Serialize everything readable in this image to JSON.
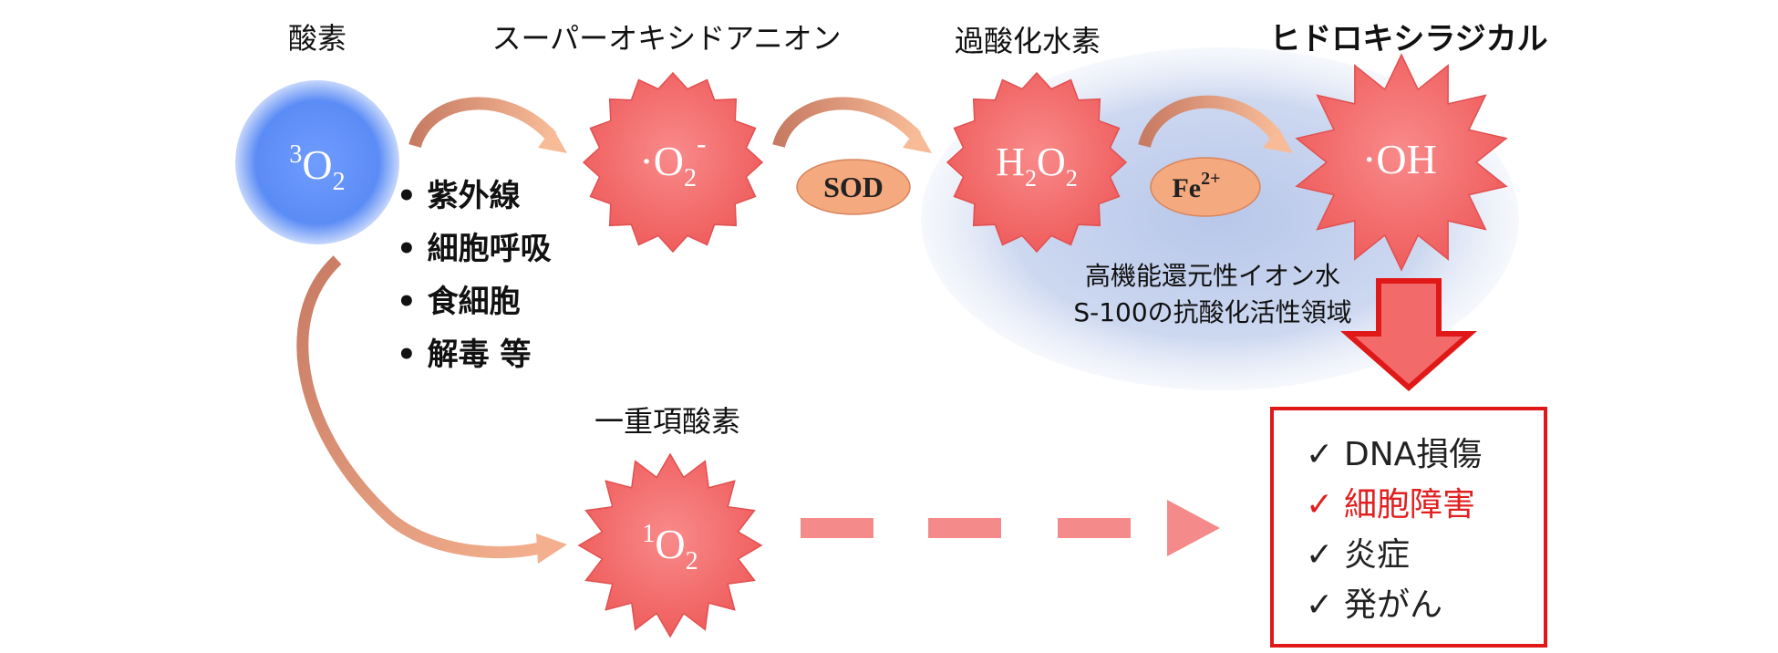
{
  "labels": {
    "oxygen": "酸素",
    "superoxide": "スーパーオキシドアニオン",
    "hydrogen_peroxide": "過酸化水素",
    "hydroxyl": "ヒドロキシラジカル",
    "singlet": "一重項酸素"
  },
  "molecules": {
    "o2_sup": "3",
    "o2_main": "O",
    "o2_sub": "2",
    "sup_dot": "·O",
    "sup_sub": "2",
    "sup_charge": "-",
    "h_1": "H",
    "h_sub1": "2",
    "h_2": "O",
    "h_sub2": "2",
    "oh": "·OH",
    "single_sup": "1",
    "single_main": "O",
    "single_sub": "2"
  },
  "catalysts": {
    "sod": "SOD",
    "fe_main": "Fe",
    "fe_charge": "2+"
  },
  "sources": [
    "• 紫外線",
    "• 細胞呼吸",
    "• 食細胞",
    "• 解毒  等"
  ],
  "region_label": [
    "高機能還元性イオン水",
    "S-100の抗酸化活性領域"
  ],
  "effects": [
    {
      "check": "✓",
      "text": "DNA損傷",
      "color": "#222222"
    },
    {
      "check": "✓",
      "text": "細胞障害",
      "color": "#e02020"
    },
    {
      "check": "✓",
      "text": "炎症",
      "color": "#222222"
    },
    {
      "check": "✓",
      "text": "発がん",
      "color": "#222222"
    }
  ],
  "colors": {
    "oxygen_circle": "#5b8cf5",
    "radical_fill": "#f26a6a",
    "arrow_gradient_start": "#c9806a",
    "arrow_gradient_end": "#f5b48f",
    "catalyst_fill": "#f4a97f",
    "region_fill": "#c6d2ee",
    "big_arrow": "#e01818",
    "dash": "#f48a8a"
  }
}
